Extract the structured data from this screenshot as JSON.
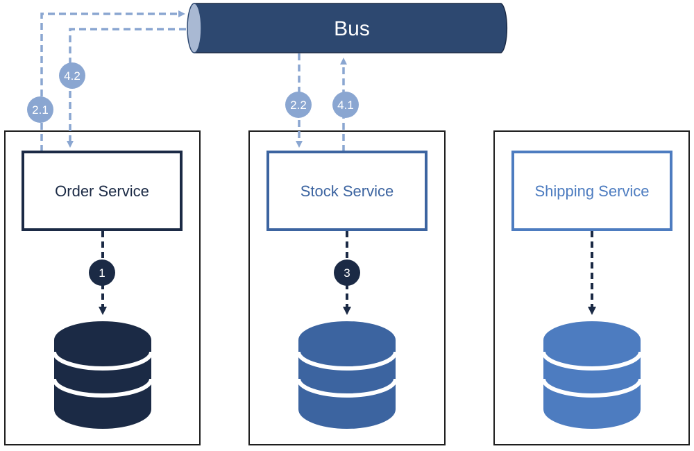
{
  "bus": {
    "label": "Bus"
  },
  "services": [
    {
      "label": "Order Service",
      "color": "#1b2a45",
      "db_color": "#1b2a45"
    },
    {
      "label": "Stock Service",
      "color": "#3c64a0",
      "db_color": "#3c64a0"
    },
    {
      "label": "Shipping Service",
      "color": "#4d7cc0",
      "db_color": "#4d7cc0"
    }
  ],
  "steps": {
    "s1": "1",
    "s21": "2.1",
    "s22": "2.2",
    "s3": "3",
    "s41": "4.1",
    "s42": "4.2"
  },
  "colors": {
    "bus_fill": "#2d4870",
    "bus_end": "#a9b9d3",
    "async_arrow": "#8aa6d1",
    "sync_arrow": "#1b2a45",
    "container_border": "#1e1e1e"
  }
}
